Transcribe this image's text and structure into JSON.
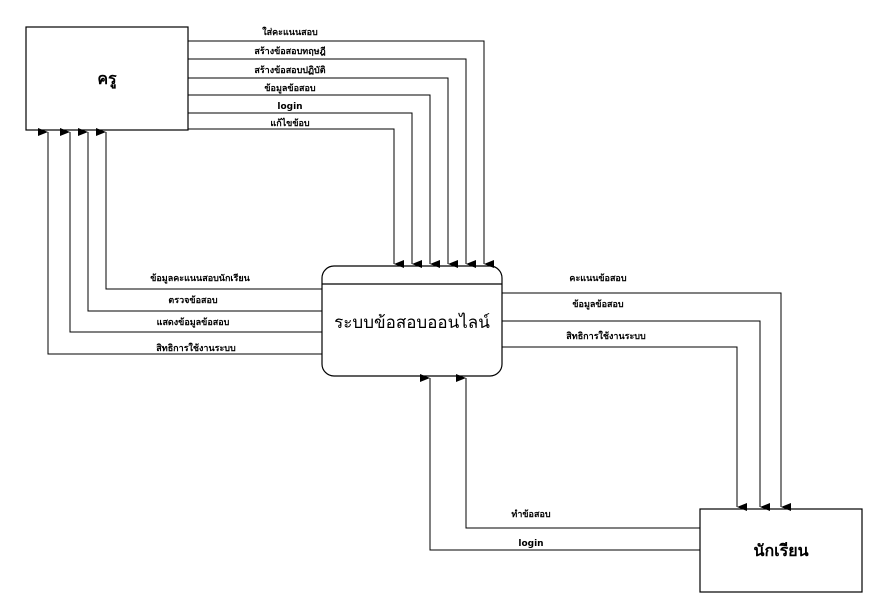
{
  "diagram": {
    "type": "context-diagram",
    "entities": {
      "teacher": "ครู",
      "student": "นักเรียน"
    },
    "process": {
      "name": "ระบบข้อสอบออนไลน์"
    },
    "flows": {
      "teacher_to_system": [
        "ใส่คะแนนสอบ",
        "สร้างข้อสอบทฤษฎี",
        "สร้างข้อสอบปฏิบัติ",
        "ข้อมูลข้อสอบ",
        "login",
        "แก้ไขข้อบ"
      ],
      "system_to_teacher": [
        "ข้อมูลคะแนนสอบนักเรียน",
        "ตรวจข้อสอบ",
        "แสดงข้อมูลข้อสอบ",
        "สิทธิการใช้งานระบบ"
      ],
      "system_to_student": [
        "คะแนนข้อสอบ",
        "ข้อมูลข้อสอบ",
        "สิทธิการใช้งานระบบ"
      ],
      "student_to_system": [
        "ทำข้อสอบ",
        "login"
      ]
    },
    "colors": {
      "line": "#000000",
      "background": "#ffffff"
    }
  }
}
